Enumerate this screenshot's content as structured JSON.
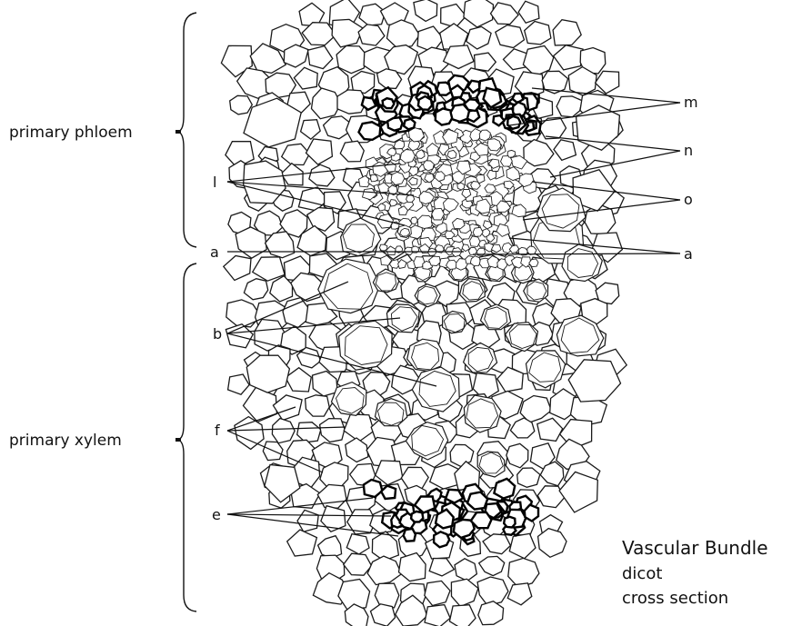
{
  "labels": {
    "primary_phloem": "primary phloem",
    "primary_xylem": "primary xylem",
    "m": "m",
    "n": "n",
    "l": "l",
    "o": "o",
    "a_left": "a",
    "a_right": "a",
    "b": "b",
    "f": "f",
    "e": "e"
  },
  "caption": {
    "line1": "Vascular Bundle",
    "line2": "dicot",
    "line3": "cross section"
  }
}
